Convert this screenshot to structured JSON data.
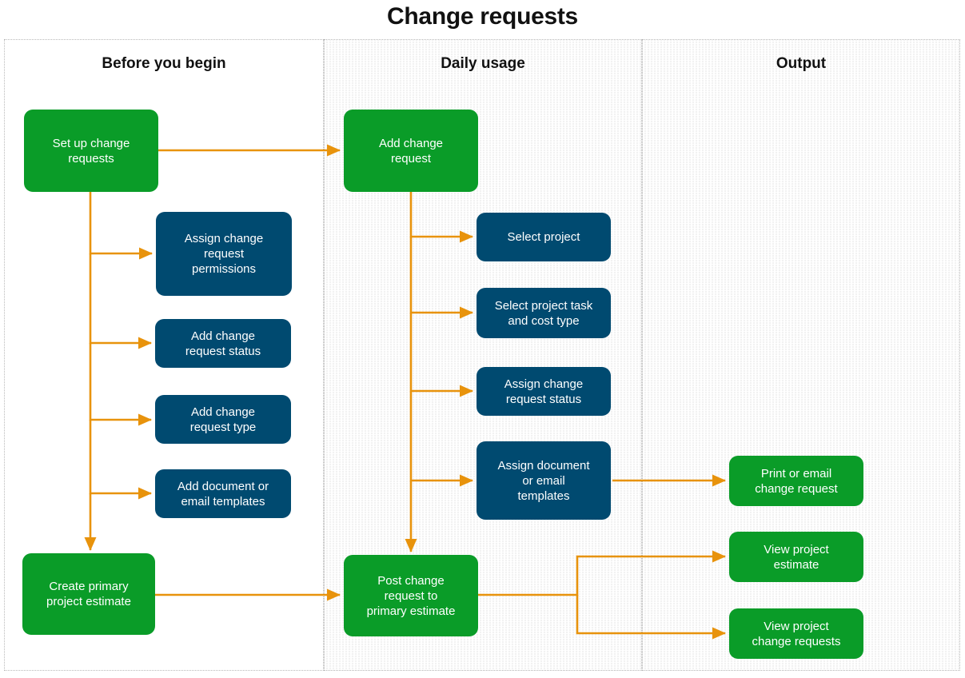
{
  "title": "Change requests",
  "colors": {
    "green": "#0a9c28",
    "blue": "#004a70",
    "arrow": "#e8930c",
    "lane_shade": "#f2f2f2",
    "lane_border": "#b9b9b9",
    "text_light": "#ffffff",
    "text_dark": "#111111"
  },
  "lanes": [
    {
      "id": "before-you-begin",
      "label": "Before you begin"
    },
    {
      "id": "daily-usage",
      "label": "Daily usage"
    },
    {
      "id": "output",
      "label": "Output"
    }
  ],
  "nodes": [
    {
      "id": "set-up-change-requests",
      "lane": "before-you-begin",
      "type": "green",
      "label": "Set up change\nrequests"
    },
    {
      "id": "assign-change-request-permissions",
      "lane": "before-you-begin",
      "type": "blue",
      "label": "Assign change\nrequest\npermissions"
    },
    {
      "id": "add-change-request-status",
      "lane": "before-you-begin",
      "type": "blue",
      "label": "Add change\nrequest status"
    },
    {
      "id": "add-change-request-type",
      "lane": "before-you-begin",
      "type": "blue",
      "label": "Add change\nrequest type"
    },
    {
      "id": "add-document-or-email-templates",
      "lane": "before-you-begin",
      "type": "blue",
      "label": "Add document or\nemail templates"
    },
    {
      "id": "create-primary-project-estimate",
      "lane": "before-you-begin",
      "type": "green",
      "label": "Create primary\nproject estimate"
    },
    {
      "id": "add-change-request",
      "lane": "daily-usage",
      "type": "green",
      "label": "Add change\nrequest"
    },
    {
      "id": "select-project",
      "lane": "daily-usage",
      "type": "blue",
      "label": "Select project"
    },
    {
      "id": "select-project-task-and-cost-type",
      "lane": "daily-usage",
      "type": "blue",
      "label": "Select project task\nand cost type"
    },
    {
      "id": "assign-change-request-status",
      "lane": "daily-usage",
      "type": "blue",
      "label": "Assign change\nrequest status"
    },
    {
      "id": "assign-document-or-email-templates",
      "lane": "daily-usage",
      "type": "blue",
      "label": "Assign document\nor email\ntemplates"
    },
    {
      "id": "post-change-request-to-primary-estimate",
      "lane": "daily-usage",
      "type": "green",
      "label": "Post change\nrequest to\nprimary estimate"
    },
    {
      "id": "print-or-email-change-request",
      "lane": "output",
      "type": "green",
      "label": "Print or email\nchange request"
    },
    {
      "id": "view-project-estimate",
      "lane": "output",
      "type": "green",
      "label": "View project\nestimate"
    },
    {
      "id": "view-project-change-requests",
      "lane": "output",
      "type": "green",
      "label": "View project\nchange requests"
    }
  ],
  "edges": [
    {
      "from": "set-up-change-requests",
      "to": "add-change-request"
    },
    {
      "from": "set-up-change-requests",
      "to": "assign-change-request-permissions"
    },
    {
      "from": "set-up-change-requests",
      "to": "add-change-request-status"
    },
    {
      "from": "set-up-change-requests",
      "to": "add-change-request-type"
    },
    {
      "from": "set-up-change-requests",
      "to": "add-document-or-email-templates"
    },
    {
      "from": "set-up-change-requests",
      "to": "create-primary-project-estimate"
    },
    {
      "from": "create-primary-project-estimate",
      "to": "post-change-request-to-primary-estimate"
    },
    {
      "from": "add-change-request",
      "to": "select-project"
    },
    {
      "from": "add-change-request",
      "to": "select-project-task-and-cost-type"
    },
    {
      "from": "add-change-request",
      "to": "assign-change-request-status"
    },
    {
      "from": "add-change-request",
      "to": "assign-document-or-email-templates"
    },
    {
      "from": "add-change-request",
      "to": "post-change-request-to-primary-estimate"
    },
    {
      "from": "assign-document-or-email-templates",
      "to": "print-or-email-change-request"
    },
    {
      "from": "post-change-request-to-primary-estimate",
      "to": "view-project-estimate"
    },
    {
      "from": "post-change-request-to-primary-estimate",
      "to": "view-project-change-requests"
    }
  ]
}
